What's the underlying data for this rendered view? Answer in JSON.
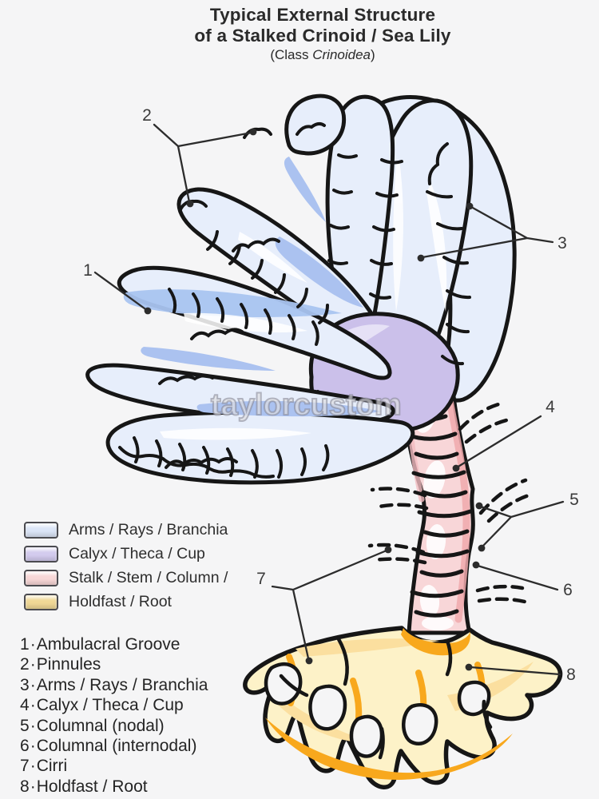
{
  "title": {
    "line1": "Typical External Structure",
    "line2": "of a Stalked Crinoid / Sea Lily",
    "subtitle_prefix": "(Class ",
    "subtitle_italic": "Crinoidea",
    "subtitle_suffix": ")"
  },
  "watermark": "taylorcustom",
  "legend": {
    "items": [
      {
        "label": "Arms / Rays / Branchia",
        "color": "#dbe5f7"
      },
      {
        "label": "Calyx / Theca / Cup",
        "color": "#d3cbee"
      },
      {
        "label": "Stalk / Stem / Column /",
        "color": "#f8d7d7"
      },
      {
        "label": "Holdfast / Root",
        "color": "#f0d896"
      }
    ]
  },
  "key_list": {
    "separator": "·",
    "items": [
      {
        "number": "1",
        "label": "Ambulacral Groove"
      },
      {
        "number": "2",
        "label": "Pinnules"
      },
      {
        "number": "3",
        "label": "Arms / Rays / Branchia"
      },
      {
        "number": "4",
        "label": "Calyx / Theca / Cup"
      },
      {
        "number": "5",
        "label": "Columnal (nodal)"
      },
      {
        "number": "6",
        "label": "Columnal (internodal)"
      },
      {
        "number": "7",
        "label": "Cirri"
      },
      {
        "number": "8",
        "label": "Holdfast / Root"
      }
    ]
  },
  "callouts": {
    "c1": "1",
    "c2": "2",
    "c3": "3",
    "c4": "4",
    "c5": "5",
    "c6": "6",
    "c7": "7",
    "c8": "8"
  },
  "colors": {
    "background": "#f5f5f6",
    "outline": "#161616",
    "arm_fill": "#e7eefb",
    "arm_shadow": "#abc2f0",
    "groove_blue": "#a9c4f0",
    "calyx_fill": "#cbc0ea",
    "stalk_fill": "#f8d6d8",
    "stalk_shadow": "#f0a9ad",
    "holdfast_fill": "#fdf2c8",
    "holdfast_orange": "#f8a81d",
    "leader_line": "#2c2c2c"
  }
}
